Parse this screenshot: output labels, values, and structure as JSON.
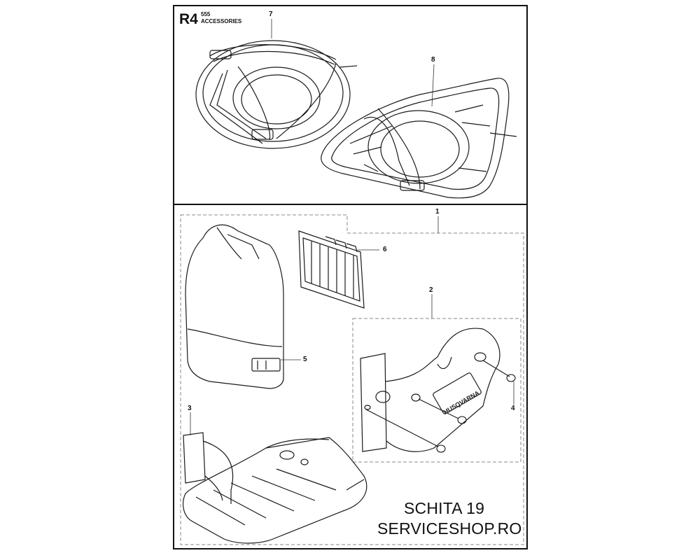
{
  "header": {
    "code": "R4",
    "model": "555",
    "section": "ACCESSORIES"
  },
  "callouts": [
    "1",
    "2",
    "3",
    "4",
    "5",
    "6",
    "7",
    "8"
  ],
  "watermark": {
    "line1": "SCHITA 19",
    "line2": "SERVICESHOP.RO"
  },
  "brand": {
    "label": "HUSQVARNA"
  },
  "colors": {
    "line": "#1a1a1a",
    "background": "#ffffff"
  }
}
